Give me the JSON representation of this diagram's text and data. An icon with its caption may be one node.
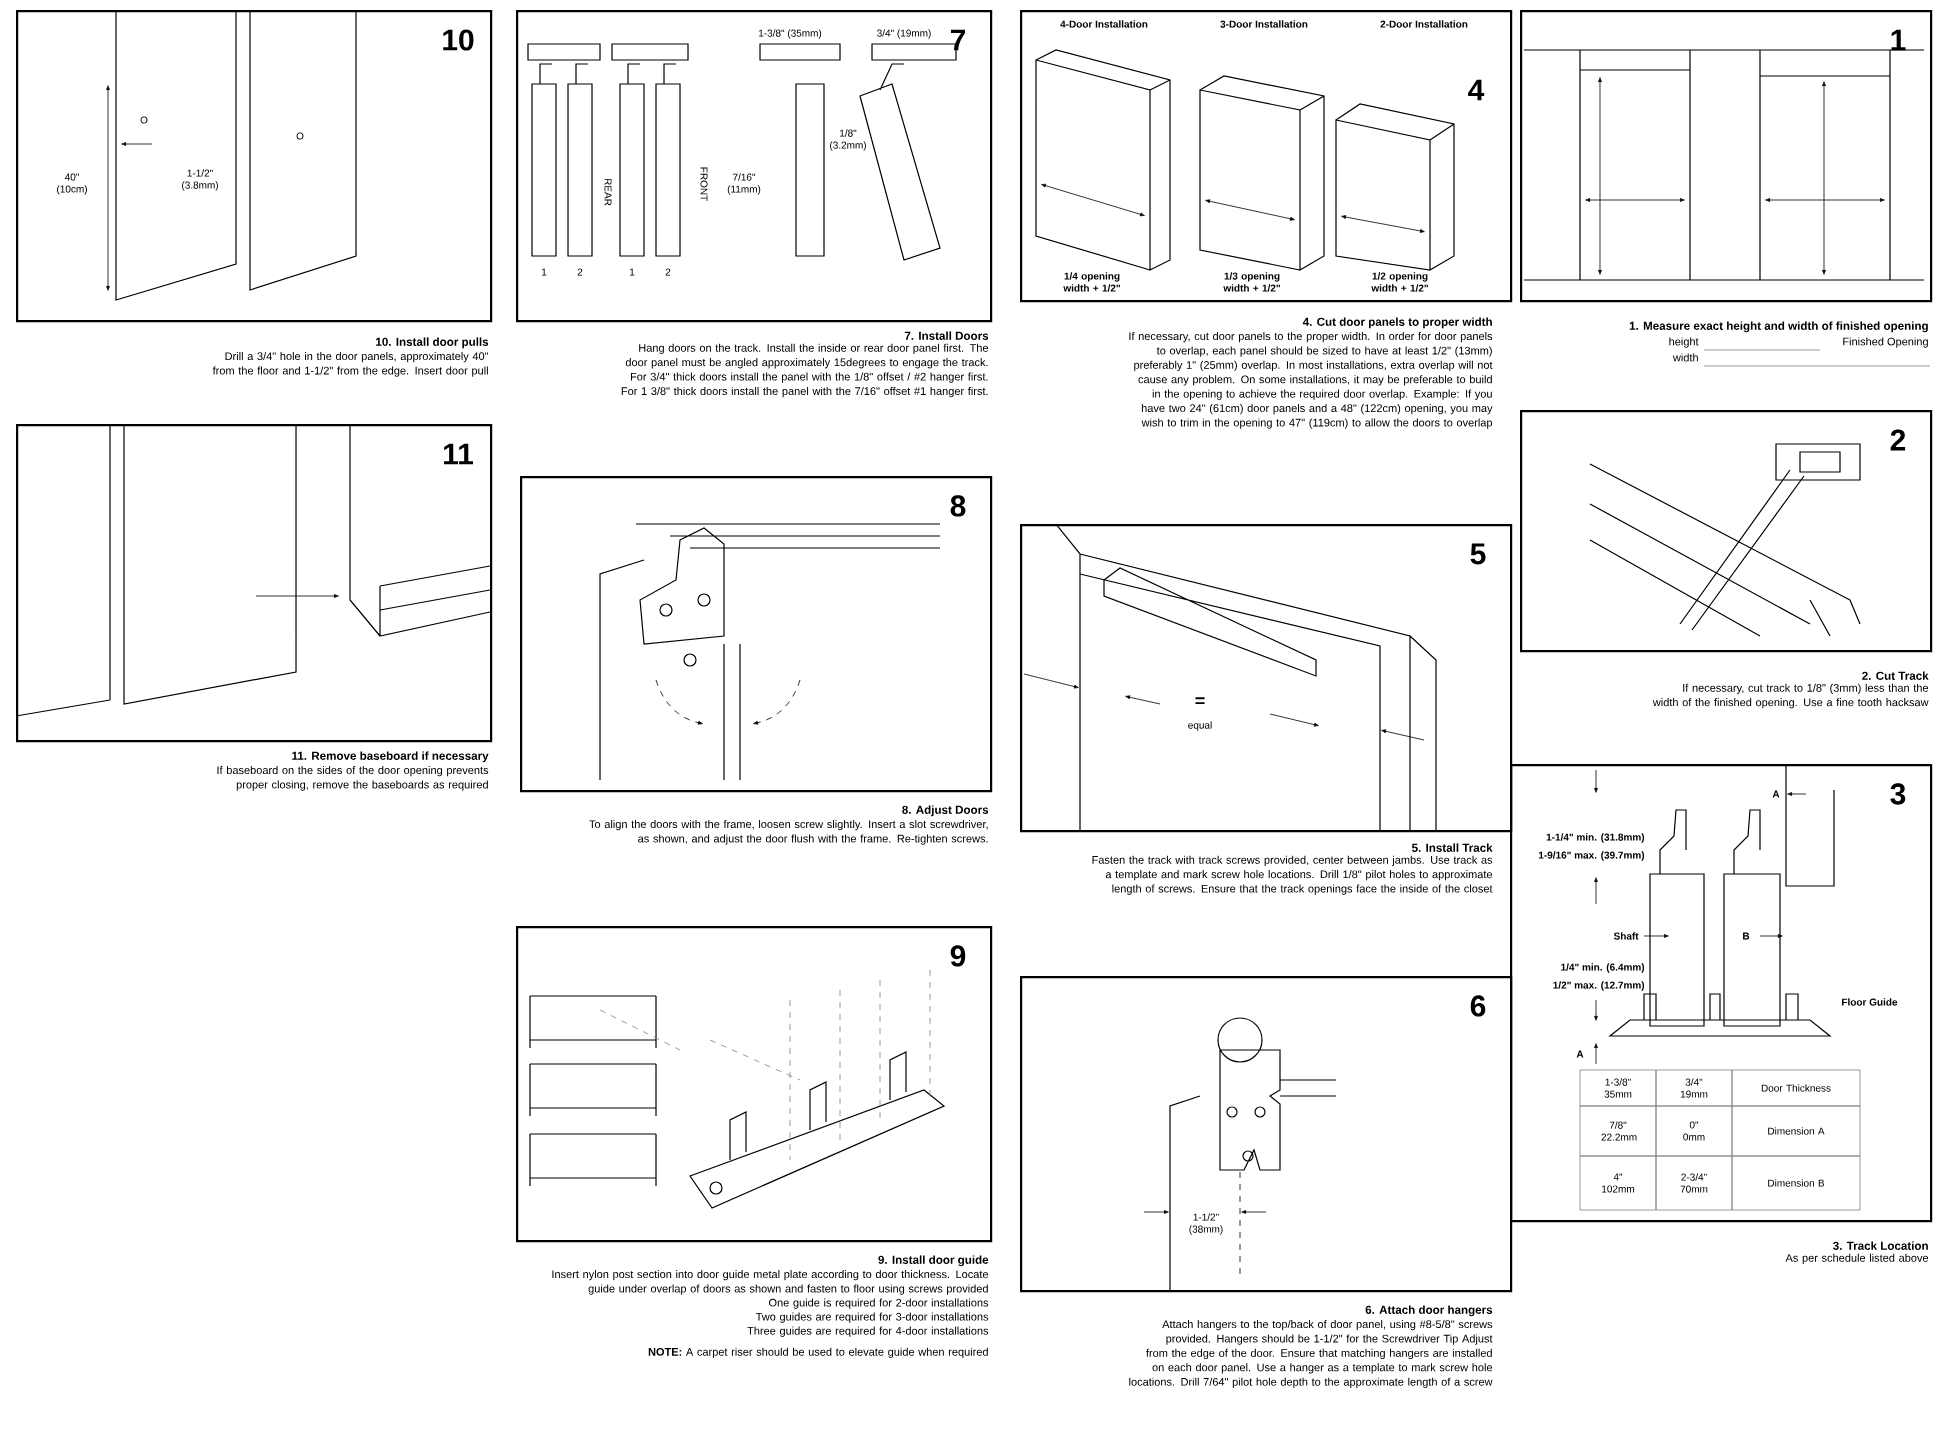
{
  "diagram": {
    "nodes": [
      {
        "text": [
          "1",
          "1. Measure exact height and width of finished opening"
        ],
        "beside": [
          "Finished Opening",
          "height",
          "width"
        ]
      },
      {
        "text": [
          "2",
          "2. Cut Track"
        ],
        "beside": [
          "If necessary, cut track to 1/8\" (3mm) less than the width of the finished opening. Use a fine tooth hacksaw"
        ]
      },
      {
        "text": [
          "3",
          "3. Track Location"
        ],
        "beside": [
          "As per schedule listed above"
        ]
      },
      {
        "text": [
          "4",
          "4. Cut door panels to proper width"
        ],
        "beside": [
          "If necessary, cut door panels to the proper width. In order for door panels to overlap, each panel should be sized to have at least 1/2\" (13mm) preferably 1\" (25mm) overlap. In most installations, extra overlap will not cause any problem. On some installations, it may be preferable to build in the opening to achieve the required door overlap. Example: If you have two 24\" (61cm) door panels and a 48\" (122cm) opening, you may wish to trim in the opening to 47\" (119cm) to allow the doors to overlap"
        ]
      },
      {
        "text": [
          "5",
          "5. Install Track"
        ],
        "beside": [
          "Fasten the track with track screws provided, center between jambs. Use track as a template and mark screw hole locations. Drill 1/8\" pilot holes to approximate length of screws. Ensure that the track openings face the inside of the closet"
        ]
      },
      {
        "text": [
          "6",
          "6. Attach door hangers"
        ],
        "beside": [
          "Attach hangers to the top/back of door panel, using #8-5/8\" screws provided. Hangers should be 1-1/2\" for the Screwdriver Tip Adjust from the edge of the door. Ensure that matching hangers are installed on each door panel. Use a hanger as a template to mark screw hole locations. Drill 7/64\" pilot hole depth to the approximate length of a screw"
        ]
      },
      {
        "text": [
          "7",
          "7. Install Doors"
        ],
        "beside": [
          "Hang doors on the track. Install the inside or rear door panel first. The door panel must be angled approximately 15degrees to engage the track. For 3/4\" thick doors install the panel with the 1/8\" offset / #2 hanger first. For 1 3/8\" thick doors install the panel with the 7/16\" offset #1 hanger first."
        ]
      },
      {
        "text": [
          "8",
          "8. Adjust Doors"
        ],
        "beside": [
          "To align the doors with the frame, loosen screw slightly. Insert a slot screwdriver, as shown, and adjust the door flush with the frame. Re-tighten screws."
        ]
      },
      {
        "text": [
          "9",
          "9. Install door guide"
        ],
        "beside": [
          "Insert nylon post section into door guide metal plate according to door thickness. Locate guide under overlap of doors as shown and fasten to floor using screws provided",
          "One guide is required for 2-door installations",
          "Two guides are required for 3-door installations",
          "Three guides are required for 4-door installations",
          "**NOTE:** A carpet riser should be used to elevate guide when required"
        ]
      },
      {
        "text": [
          "10",
          "10. Install door pulls"
        ],
        "beside": [
          "Drill a 3/4\" hole in the door panels, approximately 40\" from the floor and 1-1/2\" from the edge. Insert door pull"
        ]
      },
      {
        "text": [
          "11",
          "11. Remove baseboard if necessary"
        ],
        "beside": [
          "If baseboard on the sides of the door opening prevents proper closing, remove the baseboards as required"
        ]
      }
    ],
    "labels": [
      "O",
      "O",
      "40\" (10cm)",
      "1-1/2\" (3.8mm)",
      "3/4\" (19mm)",
      "1-3/8\" (35mm)",
      "1/8\" (3.2mm)",
      "7/16\" (11mm)",
      "REAR",
      "FRONT",
      "1",
      "2",
      "1",
      "2",
      "2-Door Installation",
      "3-Door Installation",
      "4-Door Installation",
      "1/4 opening width + 1/2\"",
      "1/3 opening width + 1/2\"",
      "1/2 opening width + 1/2\"",
      "=",
      "equal",
      "1-1/2\" (38mm)",
      "A",
      "1-1/4\" min. (31.8mm)",
      "1-9/16\" max. (39.7mm)",
      "Shaft",
      "B",
      "1/4\" min. (6.4mm)",
      "1/2\" max. (12.7mm)",
      "Floor Guide",
      "A",
      "Door Thickness",
      "3/4\" 19mm",
      "1-3/8\" 35mm",
      "Dimension A",
      "0\" 0mm",
      "7/8\" 22.2mm",
      "Dimension B",
      "2-3/4\" 70mm",
      "4\" 102mm"
    ]
  }
}
